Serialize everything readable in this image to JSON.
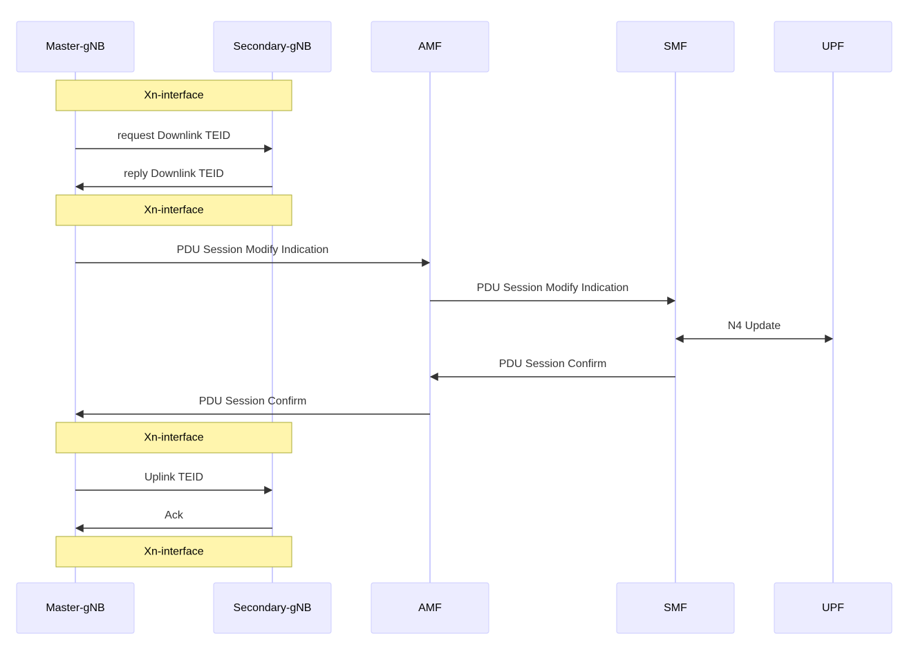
{
  "participants": [
    {
      "id": "mgnb",
      "label": "Master-gNB"
    },
    {
      "id": "sgnb",
      "label": "Secondary-gNB"
    },
    {
      "id": "amf",
      "label": "AMF"
    },
    {
      "id": "smf",
      "label": "SMF"
    },
    {
      "id": "upf",
      "label": "UPF"
    }
  ],
  "steps": [
    {
      "kind": "note",
      "from": "mgnb",
      "to": "sgnb",
      "text": "Xn-interface"
    },
    {
      "kind": "message",
      "from": "mgnb",
      "to": "sgnb",
      "text": "request Downlink TEID",
      "bidirectional": false
    },
    {
      "kind": "message",
      "from": "sgnb",
      "to": "mgnb",
      "text": "reply Downlink TEID",
      "bidirectional": false
    },
    {
      "kind": "note",
      "from": "mgnb",
      "to": "sgnb",
      "text": "Xn-interface"
    },
    {
      "kind": "message",
      "from": "mgnb",
      "to": "amf",
      "text": "PDU Session Modify Indication",
      "bidirectional": false
    },
    {
      "kind": "message",
      "from": "amf",
      "to": "smf",
      "text": "PDU Session Modify Indication",
      "bidirectional": false
    },
    {
      "kind": "message",
      "from": "smf",
      "to": "upf",
      "text": "N4 Update",
      "bidirectional": true
    },
    {
      "kind": "message",
      "from": "smf",
      "to": "amf",
      "text": "PDU Session Confirm",
      "bidirectional": false
    },
    {
      "kind": "message",
      "from": "amf",
      "to": "mgnb",
      "text": "PDU Session Confirm",
      "bidirectional": false
    },
    {
      "kind": "note",
      "from": "mgnb",
      "to": "sgnb",
      "text": "Xn-interface"
    },
    {
      "kind": "message",
      "from": "mgnb",
      "to": "sgnb",
      "text": "Uplink TEID",
      "bidirectional": false
    },
    {
      "kind": "message",
      "from": "sgnb",
      "to": "mgnb",
      "text": "Ack",
      "bidirectional": false
    },
    {
      "kind": "note",
      "from": "mgnb",
      "to": "sgnb",
      "text": "Xn-interface"
    }
  ],
  "colors": {
    "actor_fill": "#ECECFF",
    "actor_stroke": "#CCCCFF",
    "note_fill": "#FFF5AD",
    "note_stroke": "#AAAA33",
    "line": "#333333"
  }
}
